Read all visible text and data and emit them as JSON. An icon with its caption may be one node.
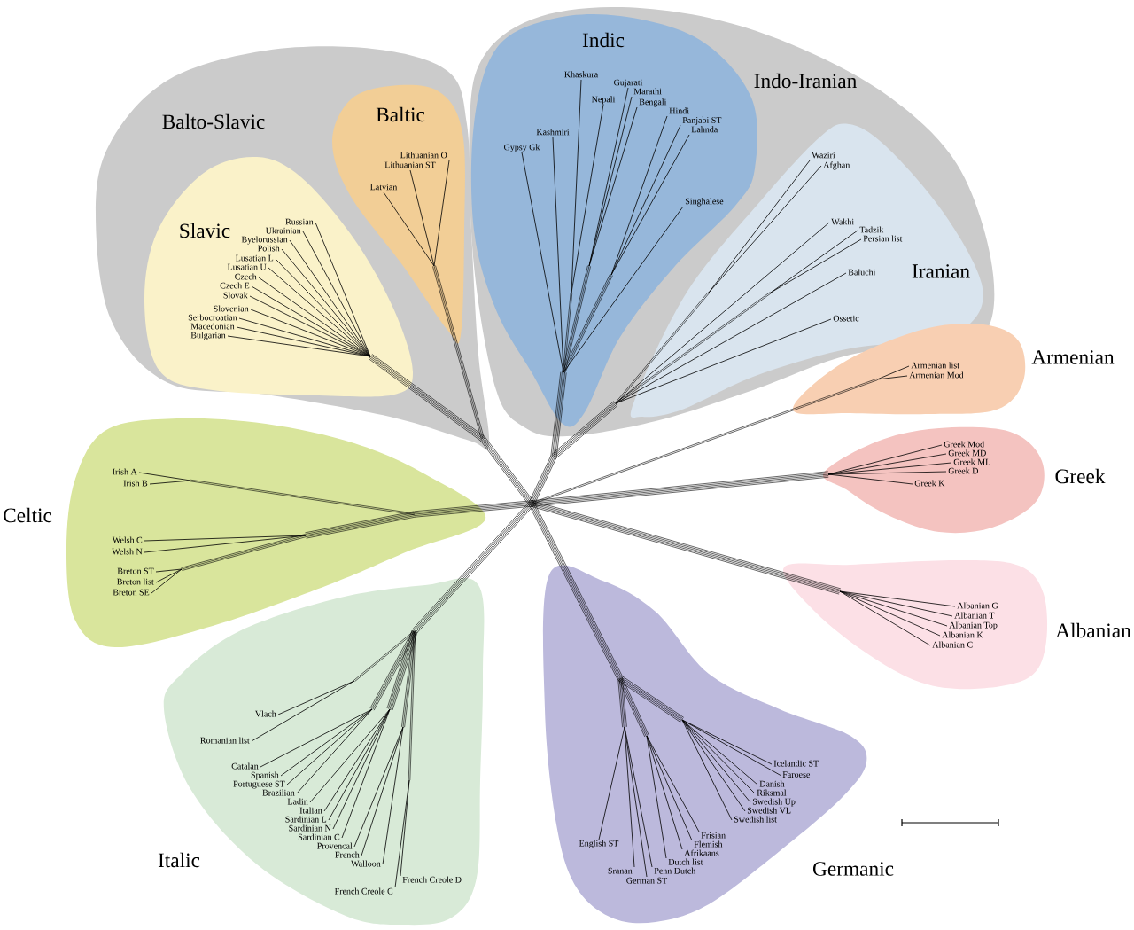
{
  "diagram": {
    "nodes": [
      {
        "text": [
          "Balto-Slavic"
        ]
      },
      {
        "text": [
          "Slavic"
        ],
        "in": 0
      },
      {
        "text": [
          "Russian"
        ],
        "in": 1
      },
      {
        "text": [
          "Ukrainian"
        ],
        "in": 1
      },
      {
        "text": [
          "Byelorussian"
        ],
        "in": 1
      },
      {
        "text": [
          "Polish"
        ],
        "in": 1
      },
      {
        "text": [
          "Lusatian L"
        ],
        "in": 1
      },
      {
        "text": [
          "Lusatian U"
        ],
        "in": 1
      },
      {
        "text": [
          "Czech"
        ],
        "in": 1
      },
      {
        "text": [
          "Czech E"
        ],
        "in": 1
      },
      {
        "text": [
          "Slovak"
        ],
        "in": 1
      },
      {
        "text": [
          "Slovenian"
        ],
        "in": 1
      },
      {
        "text": [
          "Serbocroatian"
        ],
        "in": 1
      },
      {
        "text": [
          "Macedonian"
        ],
        "in": 1
      },
      {
        "text": [
          "Bulgarian"
        ],
        "in": 1
      },
      {
        "text": [
          "Baltic"
        ],
        "in": 0
      },
      {
        "text": [
          "Lithuanian O"
        ],
        "in": 15
      },
      {
        "text": [
          "Lithuanian ST"
        ],
        "in": 15
      },
      {
        "text": [
          "Latvian"
        ],
        "in": 15
      },
      {
        "text": [
          "Indo-Iranian"
        ]
      },
      {
        "text": [
          "Indic"
        ],
        "in": 19
      },
      {
        "text": [
          "Khaskura"
        ],
        "in": 20
      },
      {
        "text": [
          "Gujarati"
        ],
        "in": 20
      },
      {
        "text": [
          "Marathi"
        ],
        "in": 20
      },
      {
        "text": [
          "Nepali"
        ],
        "in": 20
      },
      {
        "text": [
          "Bengali"
        ],
        "in": 20
      },
      {
        "text": [
          "Hindi"
        ],
        "in": 20
      },
      {
        "text": [
          "Panjabi ST"
        ],
        "in": 20
      },
      {
        "text": [
          "Lahnda"
        ],
        "in": 20
      },
      {
        "text": [
          "Kashmiri"
        ],
        "in": 20
      },
      {
        "text": [
          "Gypsy Gk"
        ],
        "in": 20
      },
      {
        "text": [
          "Singhalese"
        ],
        "in": 20
      },
      {
        "text": [
          "Iranian"
        ],
        "in": 19
      },
      {
        "text": [
          "Waziri"
        ],
        "in": 32
      },
      {
        "text": [
          "Afghan"
        ],
        "in": 32
      },
      {
        "text": [
          "Wakhi"
        ],
        "in": 32
      },
      {
        "text": [
          "Tadzik"
        ],
        "in": 32
      },
      {
        "text": [
          "Persian list"
        ],
        "in": 32
      },
      {
        "text": [
          "Baluchi"
        ],
        "in": 32
      },
      {
        "text": [
          "Ossetic"
        ],
        "in": 32
      },
      {
        "text": [
          "Armenian"
        ]
      },
      {
        "text": [
          "Armenian list"
        ],
        "in": 40
      },
      {
        "text": [
          "Armenian Mod"
        ],
        "in": 40
      },
      {
        "text": [
          "Greek"
        ]
      },
      {
        "text": [
          "Greek Mod"
        ],
        "in": 43
      },
      {
        "text": [
          "Greek MD"
        ],
        "in": 43
      },
      {
        "text": [
          "Greek ML"
        ],
        "in": 43
      },
      {
        "text": [
          "Greek D"
        ],
        "in": 43
      },
      {
        "text": [
          "Greek K"
        ],
        "in": 43
      },
      {
        "text": [
          "Celtic"
        ]
      },
      {
        "text": [
          "Irish A"
        ],
        "in": 49
      },
      {
        "text": [
          "Irish B"
        ],
        "in": 49
      },
      {
        "text": [
          "Welsh C"
        ],
        "in": 49
      },
      {
        "text": [
          "Welsh N"
        ],
        "in": 49
      },
      {
        "text": [
          "Breton ST"
        ],
        "in": 49
      },
      {
        "text": [
          "Breton list"
        ],
        "in": 49
      },
      {
        "text": [
          "Breton SE"
        ],
        "in": 49
      },
      {
        "text": [
          "Albanian"
        ]
      },
      {
        "text": [
          "Albanian G"
        ],
        "in": 57
      },
      {
        "text": [
          "Albanian T"
        ],
        "in": 57
      },
      {
        "text": [
          "Albanian Top"
        ],
        "in": 57
      },
      {
        "text": [
          "Albanian K"
        ],
        "in": 57
      },
      {
        "text": [
          "Albanian C"
        ],
        "in": 57
      },
      {
        "text": [
          "Italic"
        ]
      },
      {
        "text": [
          "Vlach"
        ],
        "in": 63
      },
      {
        "text": [
          "Romanian list"
        ],
        "in": 63
      },
      {
        "text": [
          "Catalan"
        ],
        "in": 63
      },
      {
        "text": [
          "Spanish"
        ],
        "in": 63
      },
      {
        "text": [
          "Portuguese ST"
        ],
        "in": 63
      },
      {
        "text": [
          "Brazilian"
        ],
        "in": 63
      },
      {
        "text": [
          "Ladin"
        ],
        "in": 63
      },
      {
        "text": [
          "Italian"
        ],
        "in": 63
      },
      {
        "text": [
          "Sardinian L"
        ],
        "in": 63
      },
      {
        "text": [
          "Sardinian N"
        ],
        "in": 63
      },
      {
        "text": [
          "Sardinian C"
        ],
        "in": 63
      },
      {
        "text": [
          "Provencal"
        ],
        "in": 63
      },
      {
        "text": [
          "French"
        ],
        "in": 63
      },
      {
        "text": [
          "Walloon"
        ],
        "in": 63
      },
      {
        "text": [
          "French Creole D"
        ],
        "in": 63
      },
      {
        "text": [
          "French Creole C"
        ],
        "in": 63
      },
      {
        "text": [
          "Germanic"
        ]
      },
      {
        "text": [
          "Icelandic ST"
        ],
        "in": 80
      },
      {
        "text": [
          "Faroese"
        ],
        "in": 80
      },
      {
        "text": [
          "Danish"
        ],
        "in": 80
      },
      {
        "text": [
          "Riksmal"
        ],
        "in": 80
      },
      {
        "text": [
          "Swedish Up"
        ],
        "in": 80
      },
      {
        "text": [
          "Swedish VL"
        ],
        "in": 80
      },
      {
        "text": [
          "Swedish list"
        ],
        "in": 80
      },
      {
        "text": [
          "English ST"
        ],
        "in": 80
      },
      {
        "text": [
          "Frisian"
        ],
        "in": 80
      },
      {
        "text": [
          "Flemish"
        ],
        "in": 80
      },
      {
        "text": [
          "Afrikaans"
        ],
        "in": 80
      },
      {
        "text": [
          "Dutch list"
        ],
        "in": 80
      },
      {
        "text": [
          "Sranan"
        ],
        "in": 80
      },
      {
        "text": [
          "Penn Dutch"
        ],
        "in": 80
      },
      {
        "text": [
          "German ST"
        ],
        "in": 80
      }
    ],
    "edges": [
      {
        "from": null,
        "to": 2,
        "arrow": "none"
      },
      {
        "from": null,
        "to": 3,
        "arrow": "none"
      },
      {
        "from": null,
        "to": 4,
        "arrow": "none"
      },
      {
        "from": null,
        "to": 5,
        "arrow": "none"
      },
      {
        "from": null,
        "to": 6,
        "arrow": "none"
      },
      {
        "from": null,
        "to": 7,
        "arrow": "none"
      },
      {
        "from": null,
        "to": 8,
        "arrow": "none"
      },
      {
        "from": null,
        "to": 9,
        "arrow": "none"
      },
      {
        "from": null,
        "to": 10,
        "arrow": "none"
      },
      {
        "from": null,
        "to": 11,
        "arrow": "none"
      },
      {
        "from": null,
        "to": 12,
        "arrow": "none"
      },
      {
        "from": null,
        "to": 13,
        "arrow": "none"
      },
      {
        "from": null,
        "to": 14,
        "arrow": "none"
      },
      {
        "from": null,
        "to": 16,
        "arrow": "none"
      },
      {
        "from": null,
        "to": 17,
        "arrow": "none"
      },
      {
        "from": null,
        "to": 18,
        "arrow": "none"
      },
      {
        "from": null,
        "to": 21,
        "arrow": "none"
      },
      {
        "from": null,
        "to": 22,
        "arrow": "none"
      },
      {
        "from": null,
        "to": 23,
        "arrow": "none"
      },
      {
        "from": null,
        "to": 24,
        "arrow": "none"
      },
      {
        "from": null,
        "to": 25,
        "arrow": "none"
      },
      {
        "from": null,
        "to": 26,
        "arrow": "none"
      },
      {
        "from": null,
        "to": 27,
        "arrow": "none"
      },
      {
        "from": null,
        "to": 28,
        "arrow": "none"
      },
      {
        "from": null,
        "to": 29,
        "arrow": "none"
      },
      {
        "from": null,
        "to": 30,
        "arrow": "none"
      },
      {
        "from": null,
        "to": 31,
        "arrow": "none"
      },
      {
        "from": null,
        "to": 33,
        "arrow": "none"
      },
      {
        "from": null,
        "to": 34,
        "arrow": "none"
      },
      {
        "from": null,
        "to": 35,
        "arrow": "none"
      },
      {
        "from": null,
        "to": 36,
        "arrow": "none"
      },
      {
        "from": null,
        "to": 37,
        "arrow": "none"
      },
      {
        "from": null,
        "to": 38,
        "arrow": "none"
      },
      {
        "from": null,
        "to": 39,
        "arrow": "none"
      },
      {
        "from": null,
        "to": 41,
        "arrow": "none"
      },
      {
        "from": null,
        "to": 42,
        "arrow": "none"
      },
      {
        "from": null,
        "to": 44,
        "arrow": "none"
      },
      {
        "from": null,
        "to": 45,
        "arrow": "none"
      },
      {
        "from": null,
        "to": 46,
        "arrow": "none"
      },
      {
        "from": null,
        "to": 47,
        "arrow": "none"
      },
      {
        "from": null,
        "to": 48,
        "arrow": "none"
      },
      {
        "from": null,
        "to": 50,
        "arrow": "none"
      },
      {
        "from": null,
        "to": 51,
        "arrow": "none"
      },
      {
        "from": null,
        "to": 52,
        "arrow": "none"
      },
      {
        "from": null,
        "to": 53,
        "arrow": "none"
      },
      {
        "from": null,
        "to": 54,
        "arrow": "none"
      },
      {
        "from": null,
        "to": 55,
        "arrow": "none"
      },
      {
        "from": null,
        "to": 56,
        "arrow": "none"
      },
      {
        "from": null,
        "to": 58,
        "arrow": "none"
      },
      {
        "from": null,
        "to": 59,
        "arrow": "none"
      },
      {
        "from": null,
        "to": 60,
        "arrow": "none"
      },
      {
        "from": null,
        "to": 61,
        "arrow": "none"
      },
      {
        "from": null,
        "to": 62,
        "arrow": "none"
      },
      {
        "from": null,
        "to": 64,
        "arrow": "none"
      },
      {
        "from": null,
        "to": 65,
        "arrow": "none"
      },
      {
        "from": null,
        "to": 66,
        "arrow": "none"
      },
      {
        "from": null,
        "to": 67,
        "arrow": "none"
      },
      {
        "from": null,
        "to": 68,
        "arrow": "none"
      },
      {
        "from": null,
        "to": 69,
        "arrow": "none"
      },
      {
        "from": null,
        "to": 70,
        "arrow": "none"
      },
      {
        "from": null,
        "to": 71,
        "arrow": "none"
      },
      {
        "from": null,
        "to": 72,
        "arrow": "none"
      },
      {
        "from": null,
        "to": 73,
        "arrow": "none"
      },
      {
        "from": null,
        "to": 74,
        "arrow": "none"
      },
      {
        "from": null,
        "to": 75,
        "arrow": "none"
      },
      {
        "from": null,
        "to": 76,
        "arrow": "none"
      },
      {
        "from": null,
        "to": 77,
        "arrow": "none"
      },
      {
        "from": null,
        "to": 78,
        "arrow": "none"
      },
      {
        "from": null,
        "to": 79,
        "arrow": "none"
      },
      {
        "from": null,
        "to": 81,
        "arrow": "none"
      },
      {
        "from": null,
        "to": 82,
        "arrow": "none"
      },
      {
        "from": null,
        "to": 83,
        "arrow": "none"
      },
      {
        "from": null,
        "to": 84,
        "arrow": "none"
      },
      {
        "from": null,
        "to": 85,
        "arrow": "none"
      },
      {
        "from": null,
        "to": 86,
        "arrow": "none"
      },
      {
        "from": null,
        "to": 87,
        "arrow": "none"
      },
      {
        "from": null,
        "to": 88,
        "arrow": "none"
      },
      {
        "from": null,
        "to": 89,
        "arrow": "none"
      },
      {
        "from": null,
        "to": 90,
        "arrow": "none"
      },
      {
        "from": null,
        "to": 91,
        "arrow": "none"
      },
      {
        "from": null,
        "to": 92,
        "arrow": "none"
      },
      {
        "from": null,
        "to": 93,
        "arrow": "none"
      },
      {
        "from": null,
        "to": 94,
        "arrow": "none"
      },
      {
        "from": null,
        "to": 95,
        "arrow": "none"
      }
    ]
  }
}
